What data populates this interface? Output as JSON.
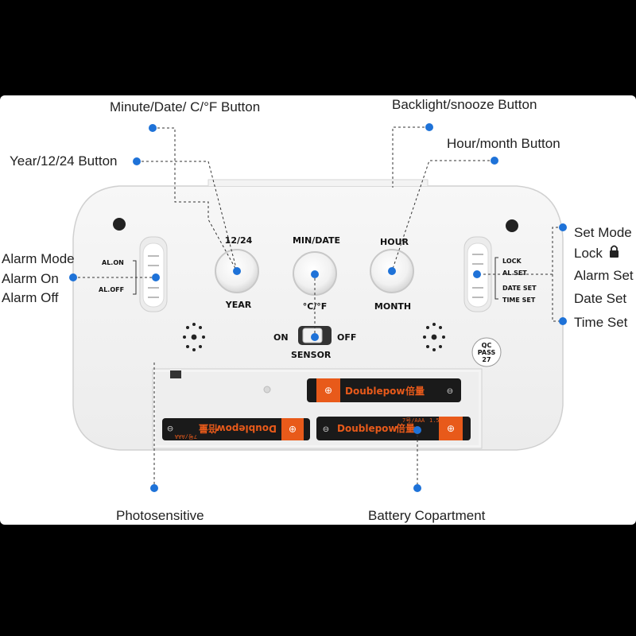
{
  "callouts": {
    "minute_date_cf": "Minute/Date/ C/°F Button",
    "backlight_snooze": "Backlight/snooze Button",
    "hour_month": "Hour/month Button",
    "year_12_24": "Year/12/24 Button",
    "alarm_mode": "Alarm Mode",
    "alarm_on": "Alarm On",
    "alarm_off": "Alarm Off",
    "set_mode": "Set Mode",
    "lock": "Lock",
    "alarm_set": "Alarm Set",
    "date_set": "Date Set",
    "time_set": "Time Set",
    "photosensitive": "Photosensitive",
    "battery_compartment": "Battery Copartment"
  },
  "device": {
    "btn1_top": "12/24",
    "btn1_bottom": "YEAR",
    "btn2_top": "MIN/DATE",
    "btn2_bottom": "°C/°F",
    "btn3_top": "HOUR",
    "btn3_bottom": "MONTH",
    "al_on": "AL.ON",
    "al_off": "AL.OFF",
    "sw_lock": "LOCK",
    "sw_al_set": "AL SET",
    "sw_date_set": "DATE SET",
    "sw_time_set": "TIME SET",
    "sensor_on": "ON",
    "sensor_off": "OFF",
    "sensor": "SENSOR",
    "qc_1": "QC",
    "qc_2": "PASS",
    "qc_3": "27"
  },
  "battery": {
    "brand": "Doublepow",
    "brand_cn": "倍量",
    "model": "7号/AAA",
    "spec": "1.5V"
  },
  "colors": {
    "dot": "#1e72d8",
    "battery_orange": "#e85a1a"
  },
  "icons": {
    "lock": "padlock-icon"
  }
}
